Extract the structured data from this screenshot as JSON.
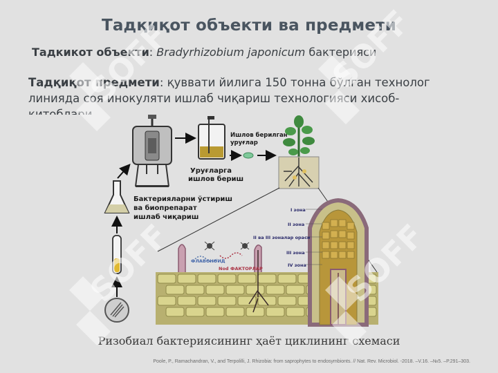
{
  "title": "Тадқиқот объекти ва предмети",
  "object": {
    "label": "Тадкикот объекти",
    "colon": ": ",
    "species": "Bradyrhizobium japonicum",
    "suffix": " бактерияси"
  },
  "subject": {
    "label": "Тадқиқот предмети",
    "text": ": қуввати йилига 150 тонна бўлган технолог линияда соя инокуляти ишлаб чиқариш технологияси хисоб-китоблари"
  },
  "diagram": {
    "labels": {
      "inoculated_seeds": [
        "Ишлов берилган",
        "уруғлар"
      ],
      "seed_treatment": [
        "Уруғларга",
        "ишлов бериш"
      ],
      "bacteria_growing": [
        "Бактерияларни ўстириш",
        "ва биопрепарат",
        "ишлаб чиқариш"
      ],
      "zone1": "I зона",
      "zone2": "II зона",
      "zones_between": "II ва III зоналар ораси",
      "zone3": "III зона",
      "zone4": "IV зона",
      "flavonoid": "ФЛАВОНОИД",
      "nod": "Nod",
      "factors": "ФАКТОРЛАР"
    }
  },
  "caption": "Ризобиал бактериясининг ҳаёт циклининг схемаси",
  "reference": "Poole, P., Ramachandran, V., and Terpolilli, J. Rhizobia: from saprophytes to endosymbionts. // Nat. Rev. Microbiol. -2018. –V.16. –№5. –P.291–303.",
  "watermark": "SOFF",
  "colors": {
    "background": "#e1e1e1",
    "title": "#4a5560",
    "text": "#3a3f44",
    "watermark": "#ffffff",
    "soil": "#c9c27a",
    "nodule": "#b89a2f",
    "root_wall": "#b58aa0"
  }
}
